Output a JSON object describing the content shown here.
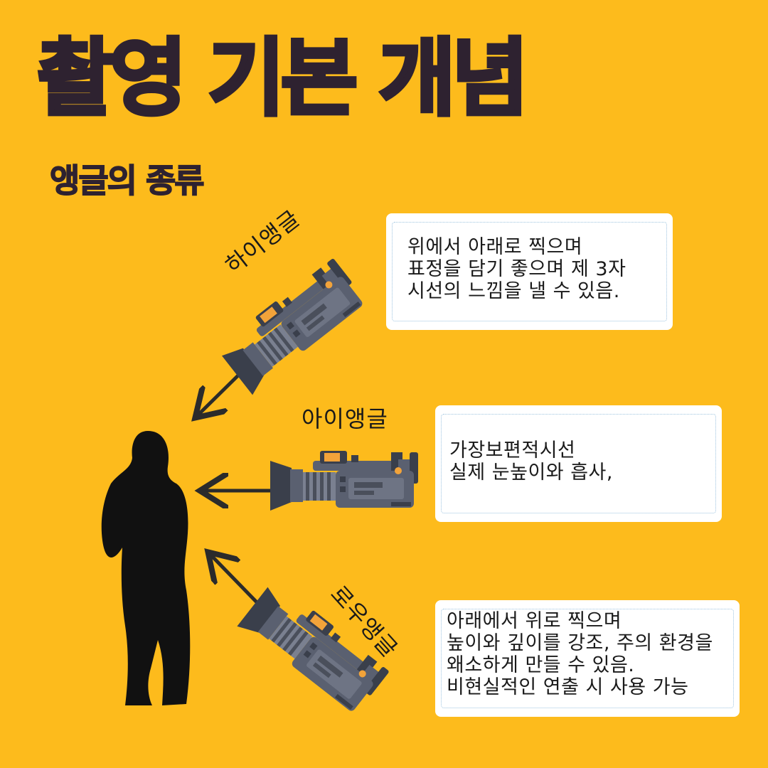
{
  "title": "촬영 기본 개념",
  "subtitle": "앵글의 종류",
  "angles": [
    {
      "label": "하이앵글",
      "lines": [
        "위에서 아래로 찍으며",
        "표정을 담기 좋으며 제 3자",
        "시선의 느낌을 낼 수 있음."
      ]
    },
    {
      "label": "아이앵글",
      "lines": [
        "가장보편적시선",
        "실제 눈높이와 흡사,"
      ]
    },
    {
      "label": "로우앵글",
      "lines": [
        "아래에서 위로 찍으며",
        "높이와 깊이를 강조, 주의 환경을",
        "왜소하게 만들 수 있음.",
        "비현실적인 연출 시 사용 가능"
      ]
    }
  ],
  "colors": {
    "background": "#FDBB1C",
    "title": "#2E2230",
    "camera_body": "#5A6070",
    "camera_dark": "#3A3F4B",
    "camera_accent": "#F2A33A",
    "silhouette": "#111111"
  },
  "icons": [
    "camcorder-icon",
    "arrow-icon",
    "woman-silhouette"
  ]
}
